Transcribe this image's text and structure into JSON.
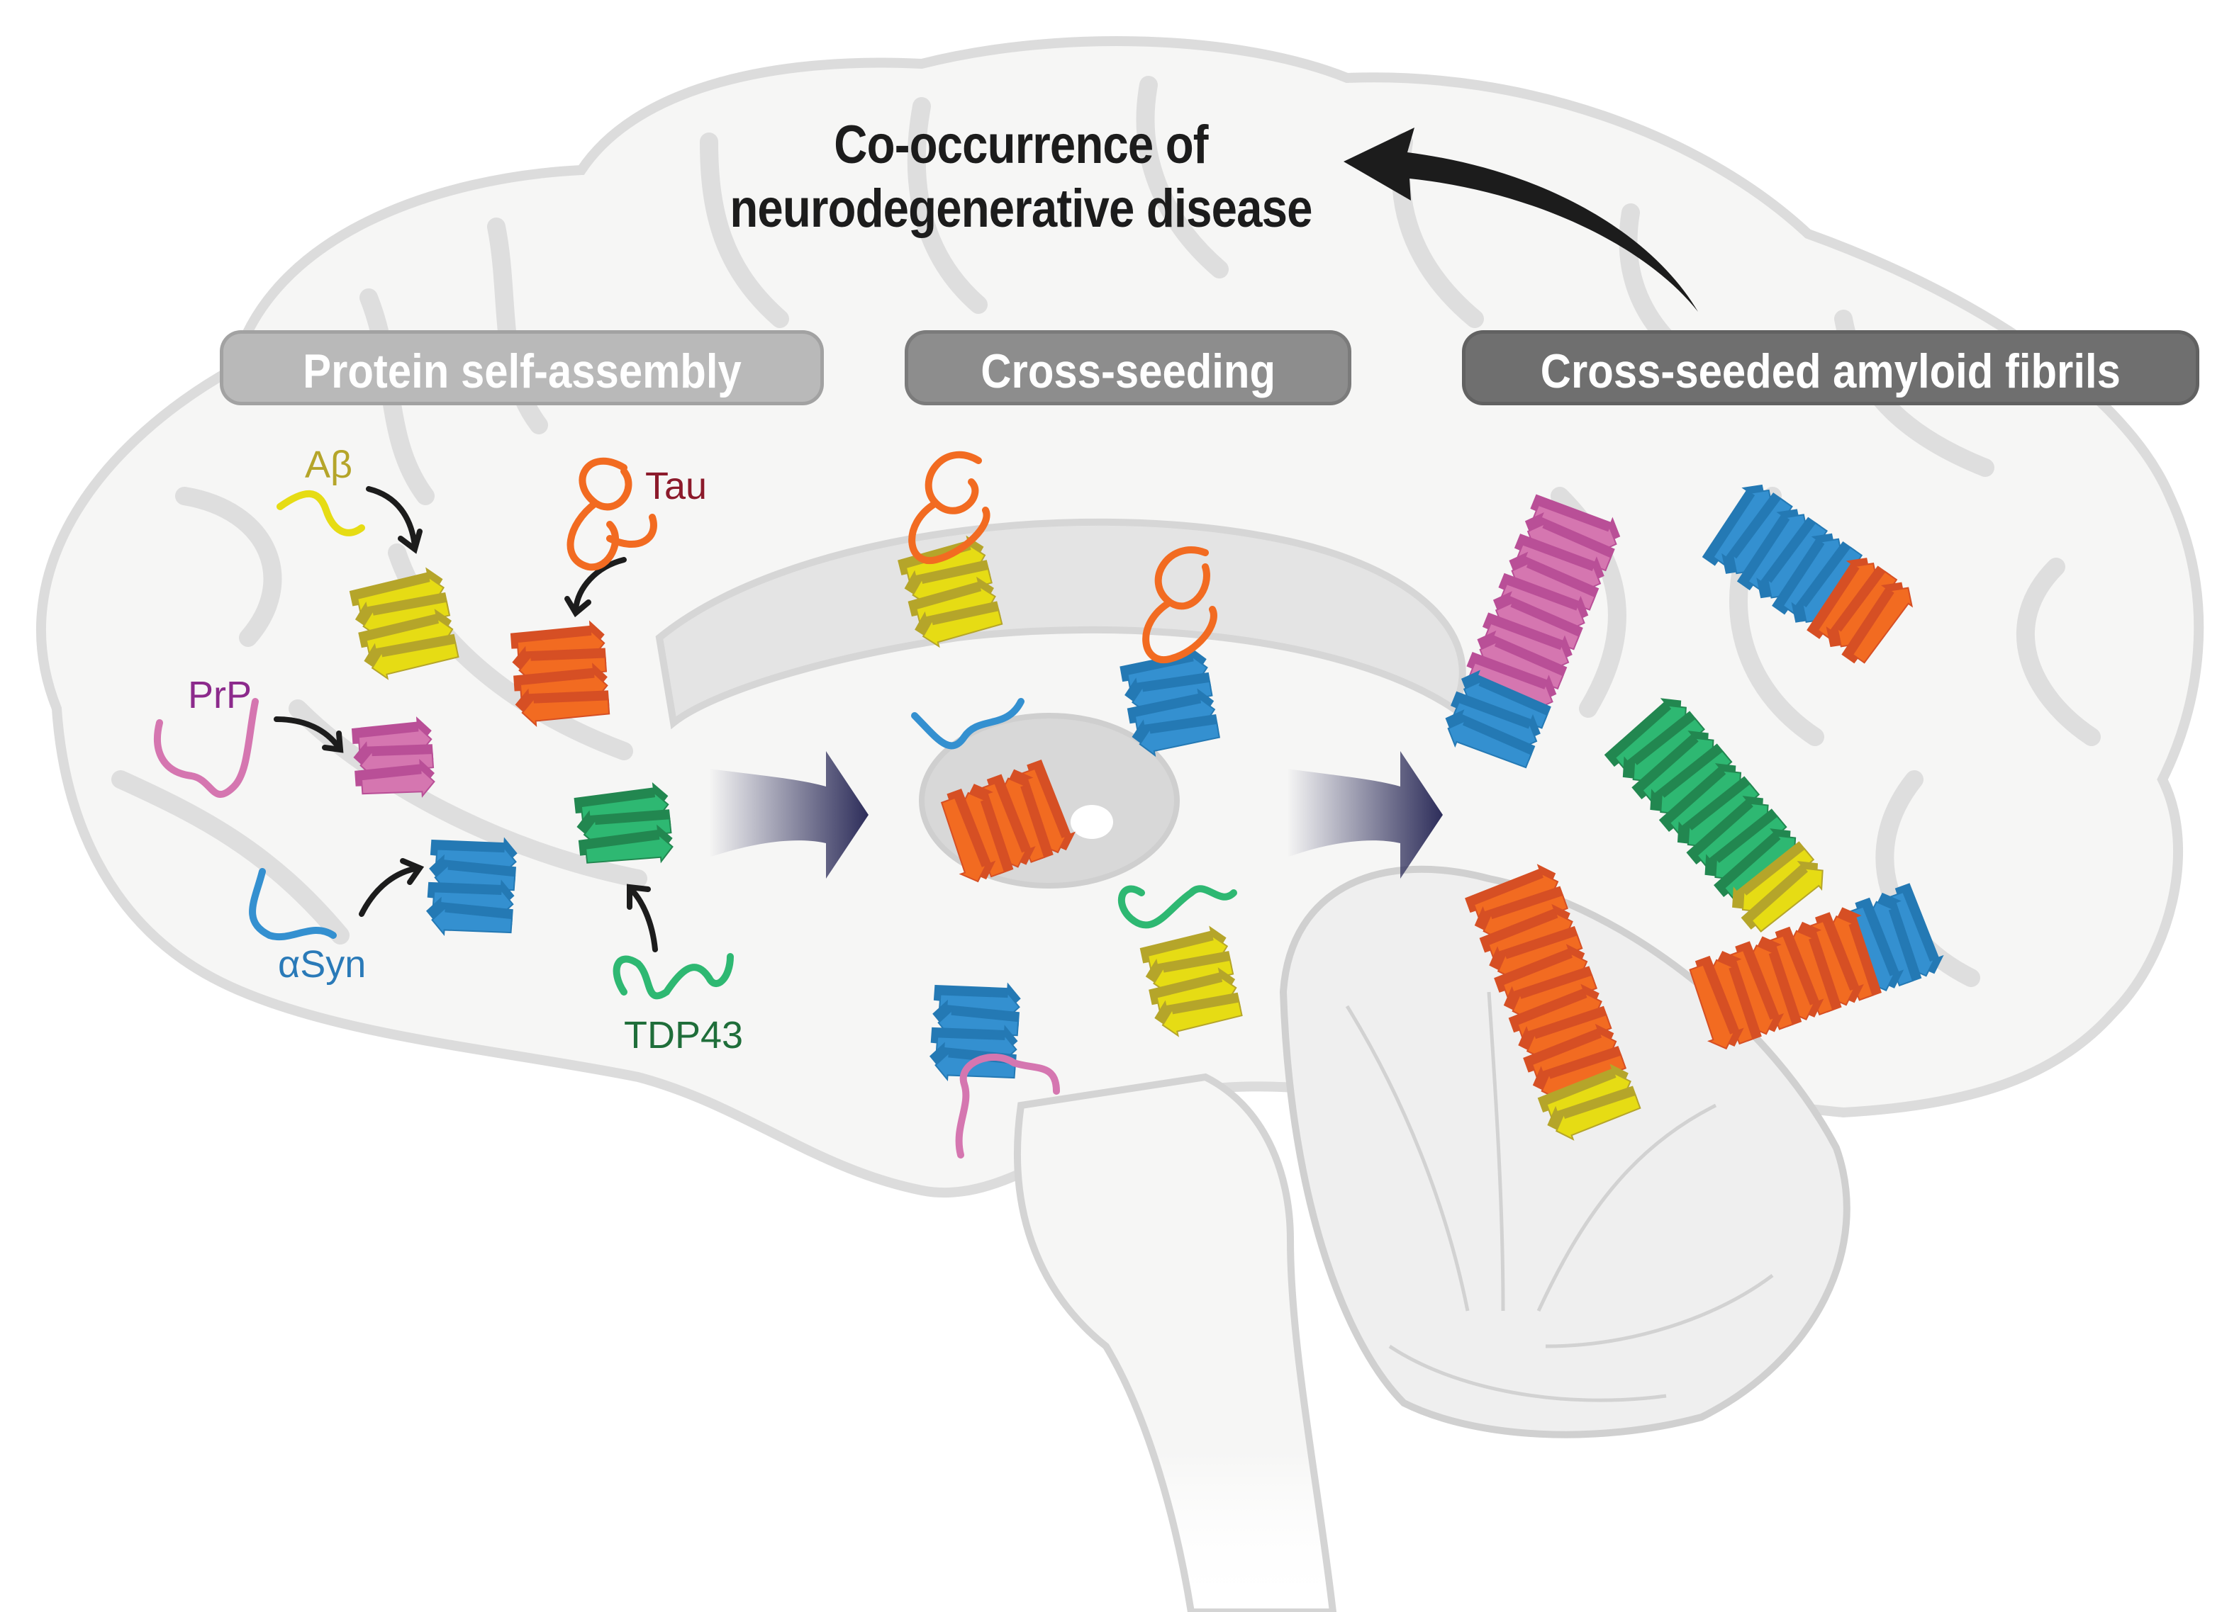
{
  "figure": {
    "title_line1": "Co-occurrence of",
    "title_line2": "neurodegenerative disease",
    "stages": [
      {
        "label": "Protein self-assembly",
        "color": "#b9b9b9"
      },
      {
        "label": "Cross-seeding",
        "color": "#8d8d8d"
      },
      {
        "label": "Cross-seeded amyloid fibrils",
        "color": "#6f6f6f"
      }
    ],
    "proteins": [
      {
        "name": "Aβ",
        "color": "#e6dc14",
        "dark": "#b5a52a"
      },
      {
        "name": "Tau",
        "color": "#f26b21",
        "dark": "#d64f24"
      },
      {
        "name": "PrP",
        "color": "#d576b0",
        "dark": "#b94f97"
      },
      {
        "name": "αSyn",
        "color": "#3490d0",
        "dark": "#2479b4"
      },
      {
        "name": "TDP43",
        "color": "#2eb872",
        "dark": "#228750"
      }
    ],
    "brain_fill": "#f6f6f5",
    "brain_line": "#dcdcdc",
    "flow_arrow_color": "#2d2d5a"
  }
}
